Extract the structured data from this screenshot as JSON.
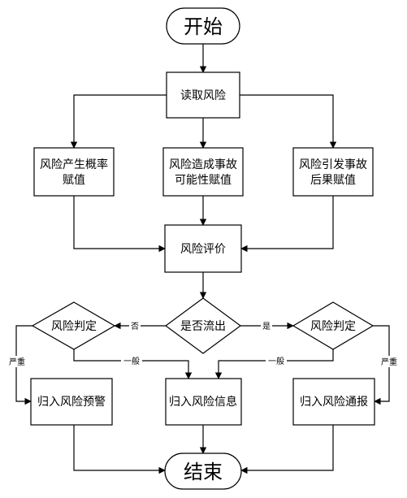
{
  "nodes": {
    "start": "开始",
    "read_risk": "读取风险",
    "prob": [
      "风险产生概率",
      "赋值"
    ],
    "loss": [
      "风险造成事故",
      "可能性赋值"
    ],
    "consequence": [
      "风险引发事故",
      "后果赋值"
    ],
    "evaluate": "风险评价",
    "outflow": "是否流出",
    "judge_left": "风险判定",
    "judge_right": "风险判定",
    "warning": "归入风险预警",
    "info": "归入风险信息",
    "report": "归入风险通报",
    "end": "结束"
  },
  "edge_labels": {
    "no": "否",
    "yes": "是",
    "general_left": "一般",
    "general_right": "一般",
    "severe_left": "严重",
    "severe_right": "严重"
  },
  "colors": {
    "stroke": "#000000",
    "fill": "#ffffff",
    "text": "#000000"
  }
}
